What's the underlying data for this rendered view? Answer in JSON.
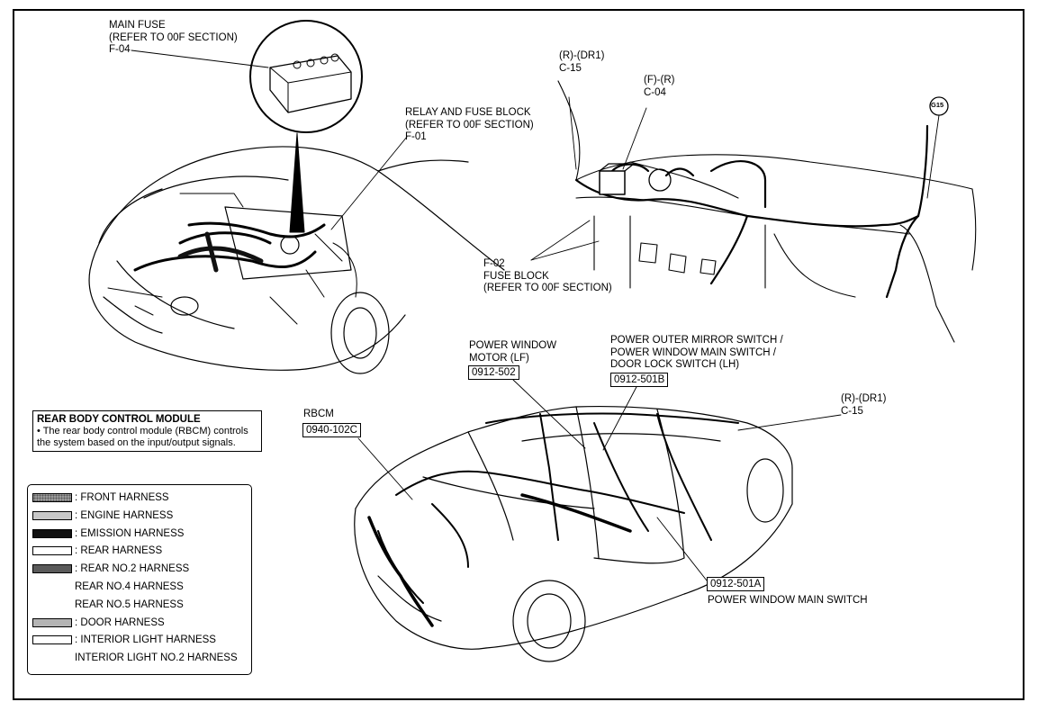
{
  "labels": {
    "main_fuse": [
      "MAIN FUSE",
      "(REFER TO 00F SECTION)",
      "F-04"
    ],
    "relay_fuse_block": [
      "RELAY AND FUSE BLOCK",
      "(REFER TO 00F SECTION)",
      "F-01"
    ],
    "r_dr1_top": [
      "(R)-(DR1)",
      "C-15"
    ],
    "f_r_top": [
      "(F)-(R)",
      "C-04"
    ],
    "g15": "G15",
    "fuse_block": [
      "F-02",
      "FUSE BLOCK",
      "(REFER TO 00F SECTION)"
    ],
    "power_window_motor": [
      "POWER WINDOW",
      "MOTOR (LF)"
    ],
    "power_window_motor_code": "0912-502",
    "power_outer_mirror": [
      "POWER OUTER MIRROR SWITCH /",
      "POWER WINDOW MAIN SWITCH /",
      "DOOR LOCK SWITCH (LH)"
    ],
    "power_outer_mirror_code": "0912-501B",
    "r_dr1_bottom": [
      "(R)-(DR1)",
      "C-15"
    ],
    "rbcm": "RBCM",
    "rbcm_code": "0940-102C",
    "power_window_main_switch_code": "0912-501A",
    "power_window_main_switch": "POWER WINDOW MAIN SWITCH"
  },
  "info_box": {
    "title": "REAR BODY CONTROL MODULE",
    "body": [
      "• The rear body control module (RBCM) controls",
      "the system based on the input/output signals."
    ]
  },
  "legend": [
    {
      "label": ": FRONT HARNESS",
      "fill": "#9a9a9a",
      "pattern": "dots"
    },
    {
      "label": ": ENGINE HARNESS",
      "fill": "#c8c8c8",
      "pattern": "light"
    },
    {
      "label": ": EMISSION HARNESS",
      "fill": "#111111",
      "pattern": "solid"
    },
    {
      "label": ": REAR HARNESS",
      "fill": "#ffffff",
      "pattern": "empty"
    },
    {
      "label": ": REAR NO.2 HARNESS",
      "fill": "#5a5a5a",
      "pattern": "dark"
    },
    {
      "label": "REAR NO.4 HARNESS",
      "fill": "",
      "pattern": "none"
    },
    {
      "label": "REAR NO.5 HARNESS",
      "fill": "",
      "pattern": "none"
    },
    {
      "label": ": DOOR HARNESS",
      "fill": "#b4b4b4",
      "pattern": "mid"
    },
    {
      "label": ": INTERIOR LIGHT HARNESS",
      "fill": "#ffffff",
      "pattern": "empty"
    },
    {
      "label": "INTERIOR LIGHT NO.2 HARNESS",
      "fill": "",
      "pattern": "none"
    }
  ]
}
